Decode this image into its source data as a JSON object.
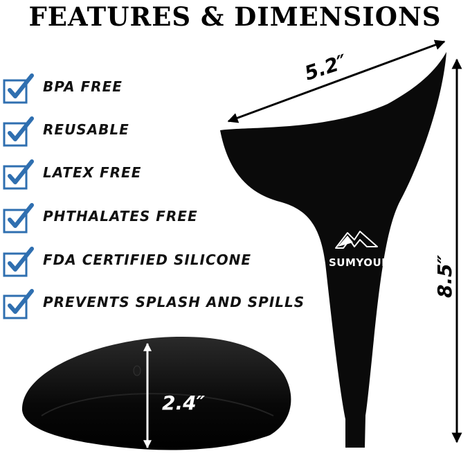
{
  "title": "FEATURES & DIMENSIONS",
  "features": [
    "BPA FREE",
    "REUSABLE",
    "LATEX FREE",
    "PHTHALATES FREE",
    "FDA CERTIFIED SILICONE",
    "PREVENTS SPLASH AND SPILLS"
  ],
  "dimensions": {
    "width": "5.2″",
    "length": "8.5″",
    "depth": "2.4″"
  },
  "brand": "SUMYOUNG",
  "colors": {
    "check": "#2f6fb0",
    "product": "#0a0a0a",
    "text": "#111111"
  }
}
